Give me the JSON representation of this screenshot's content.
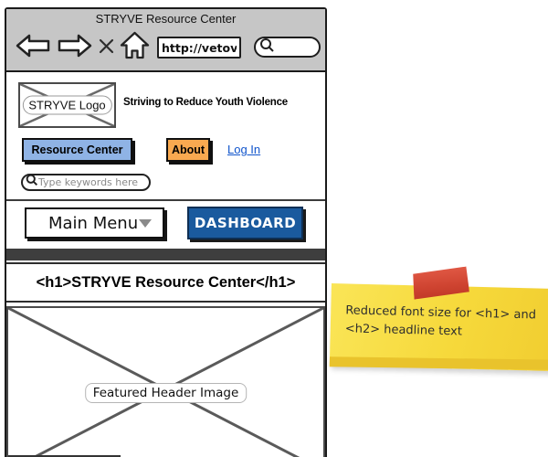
{
  "browser": {
    "title": "STRYVE Resource Center",
    "url_value": "http://vetov",
    "icons": {
      "back": "arrow-left",
      "forward": "arrow-right",
      "stop": "x-cross",
      "home": "house",
      "search": "magnifier"
    }
  },
  "site": {
    "logo_label": "STRYVE Logo",
    "tagline": "Striving to Reduce Youth Violence",
    "nav": {
      "resource_center": "Resource Center",
      "about": "About",
      "login": "Log In"
    },
    "keyword_placeholder": "Type keywords here...",
    "main_menu": "Main Menu",
    "dashboard": "DASHBOARD",
    "h1_text": "<h1>STRYVE Resource Center</h1>",
    "featured_label": "Featured Header Image"
  },
  "sticky_note": {
    "text": "Reduced font size for <h1> and\n<h2> headline text"
  },
  "colors": {
    "chrome_gray": "#c6c6c6",
    "resource_button_blue": "#8fb3e5",
    "about_button_orange": "#f9a950",
    "dashboard_blue": "#1a5a9e",
    "link_blue": "#1155cc",
    "dark_bar": "#3e3e3e",
    "note_yellow": "#f6d93b",
    "tape_red": "#cf4431"
  }
}
